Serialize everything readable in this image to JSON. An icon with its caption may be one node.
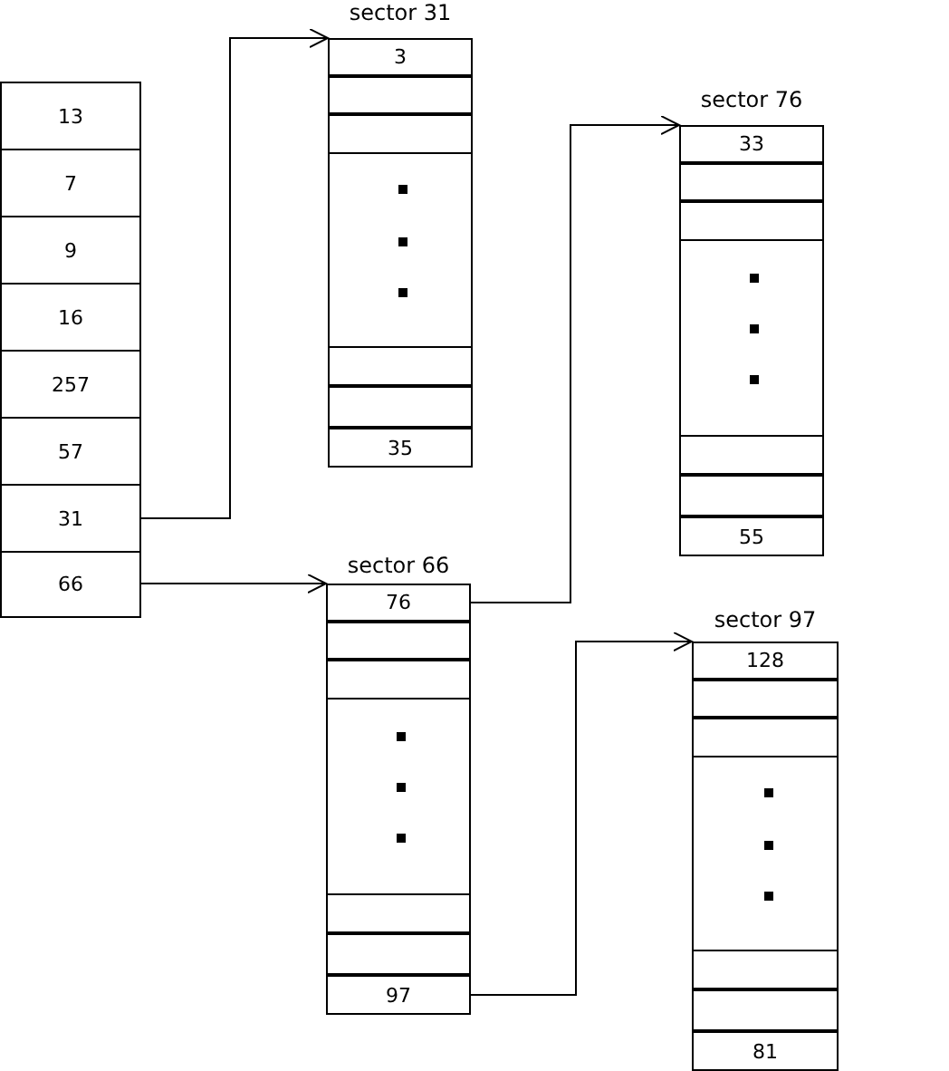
{
  "diagram": {
    "nodes": [
      {
        "text": [
          "13"
        ]
      },
      {
        "text": [
          "7"
        ]
      },
      {
        "text": [
          "9"
        ]
      },
      {
        "text": [
          "16"
        ]
      },
      {
        "text": [
          "257"
        ]
      },
      {
        "text": [
          "57"
        ]
      },
      {
        "text": [
          "31"
        ]
      },
      {
        "text": [
          "66"
        ]
      },
      {
        "text": [
          "sector 31"
        ]
      },
      {
        "text": [
          "3"
        ],
        "in": 8
      },
      {
        "text": [],
        "shape": "box",
        "in": 8
      },
      {
        "text": [],
        "shape": "box",
        "in": 8
      },
      {
        "text": [],
        "shape": "box",
        "in": 8
      },
      {
        "text": [],
        "shape": "box",
        "in": 8
      },
      {
        "text": [
          "35"
        ],
        "in": 8
      },
      {
        "text": [
          "sector 76"
        ]
      },
      {
        "text": [
          "33"
        ],
        "in": 15
      },
      {
        "text": [],
        "shape": "box",
        "in": 15
      },
      {
        "text": [],
        "shape": "box",
        "in": 15
      },
      {
        "text": [],
        "shape": "box",
        "in": 15
      },
      {
        "text": [],
        "shape": "box",
        "in": 15
      },
      {
        "text": [
          "55"
        ],
        "in": 15
      },
      {
        "text": [
          "sector 66"
        ]
      },
      {
        "text": [
          "76"
        ],
        "in": 22
      },
      {
        "text": [],
        "shape": "box",
        "in": 22
      },
      {
        "text": [],
        "shape": "box",
        "in": 22
      },
      {
        "text": [],
        "shape": "box",
        "in": 22
      },
      {
        "text": [],
        "shape": "box",
        "in": 22
      },
      {
        "text": [
          "97"
        ],
        "in": 22
      },
      {
        "text": [
          "sector 97"
        ]
      },
      {
        "text": [
          "128"
        ],
        "in": 29
      },
      {
        "text": [],
        "shape": "box",
        "in": 29
      },
      {
        "text": [],
        "shape": "box",
        "in": 29
      },
      {
        "text": [],
        "shape": "box",
        "in": 29
      },
      {
        "text": [],
        "shape": "box",
        "in": 29
      },
      {
        "text": [
          "81"
        ],
        "in": 29
      }
    ],
    "edges": [
      {
        "from": 6,
        "to": 8,
        "arrow": "to"
      },
      {
        "from": 7,
        "to": 22,
        "arrow": "to"
      },
      {
        "from": 23,
        "to": 15,
        "arrow": "to"
      },
      {
        "from": 28,
        "to": 29,
        "arrow": "to"
      }
    ]
  }
}
